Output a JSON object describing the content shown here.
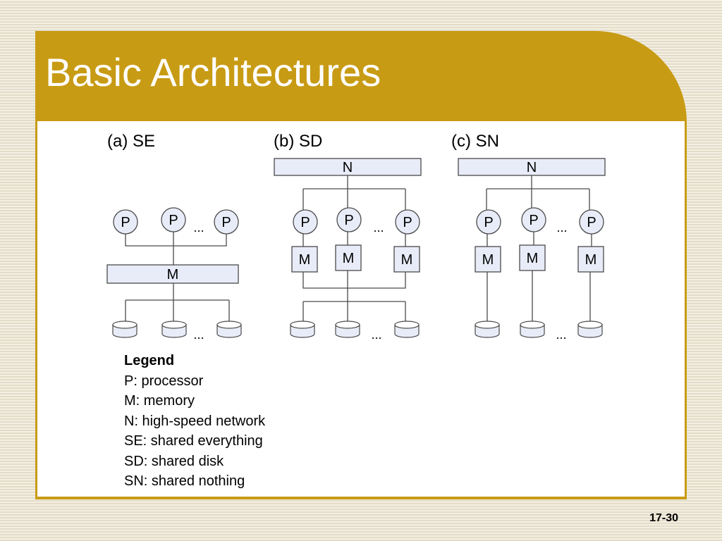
{
  "slide": {
    "title": "Basic Architectures",
    "page_number": "17-30"
  },
  "diagram": {
    "panels": [
      {
        "label": "(a) SE",
        "network_label": "",
        "processor_label": "P",
        "memory_label": "M",
        "ellipsis": "..."
      },
      {
        "label": "(b) SD",
        "network_label": "N",
        "processor_label": "P",
        "memory_label": "M",
        "ellipsis": "..."
      },
      {
        "label": "(c) SN",
        "network_label": "N",
        "processor_label": "P",
        "memory_label": "M",
        "ellipsis": "..."
      }
    ]
  },
  "legend": {
    "title": "Legend",
    "items": [
      "P: processor",
      "M: memory",
      "N: high-speed network",
      "SE: shared everything",
      "SD: shared disk",
      "SN: shared nothing"
    ]
  },
  "colors": {
    "title_bar": "#c89b14",
    "box_fill": "#e8ecf8",
    "line": "#4a4a4a"
  }
}
